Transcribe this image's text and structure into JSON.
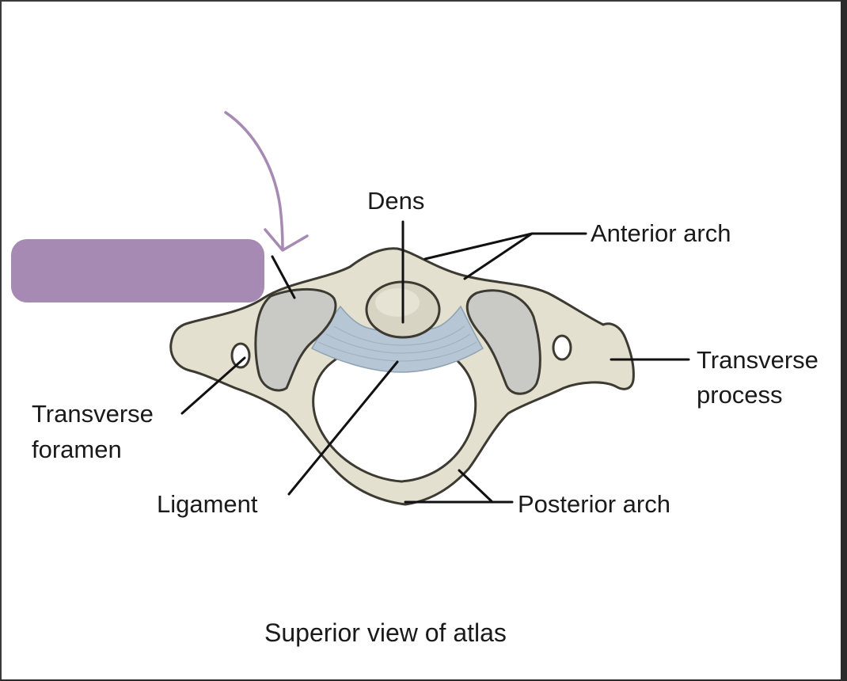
{
  "labels": {
    "dens": "Dens",
    "anterior_arch": "Anterior arch",
    "transverse_process_line1": "Transverse",
    "transverse_process_line2": "process",
    "transverse_foramen_line1": "Transverse",
    "transverse_foramen_line2": "foramen",
    "ligament": "Ligament",
    "posterior_arch": "Posterior arch"
  },
  "caption": "Superior view of atlas",
  "colors": {
    "bone": "#e4e0cf",
    "bone_outline": "#3d3a32",
    "facet": "#c9cac6",
    "ligament": "#b7c6d4",
    "redaction": "#a68ab3",
    "annotation_arrow": "#a68ab3"
  }
}
